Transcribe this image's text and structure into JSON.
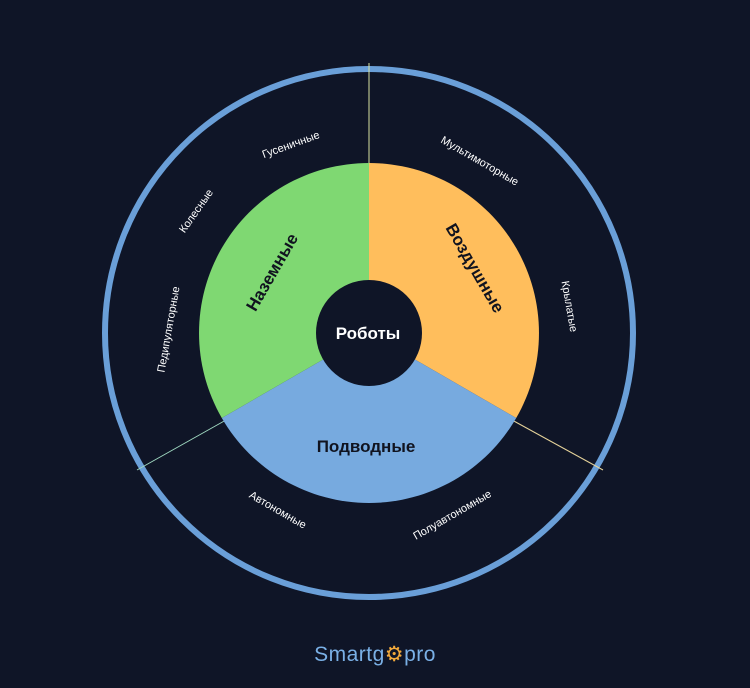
{
  "center": {
    "label": "Роботы"
  },
  "sectors": [
    {
      "label": "Воздушные",
      "color": "#ffbe5c",
      "items": [
        "Мультимоторные",
        "Крылатые"
      ]
    },
    {
      "label": "Подводные",
      "color": "#77aadf",
      "items": [
        "Полуавтономные",
        "Автономные"
      ]
    },
    {
      "label": "Наземные",
      "color": "#7fd872",
      "items": [
        "Педипуляторные",
        "Колесные",
        "Гусеничные"
      ]
    }
  ],
  "colors": {
    "background": "#0f1527",
    "outer_ring": "#6a9fd8",
    "hub": "#0f1527",
    "text_dark": "#10131f",
    "text_light": "#ffffff"
  },
  "logo": {
    "pre": "Smartg",
    "gear": "⚙",
    "post": "pro"
  }
}
